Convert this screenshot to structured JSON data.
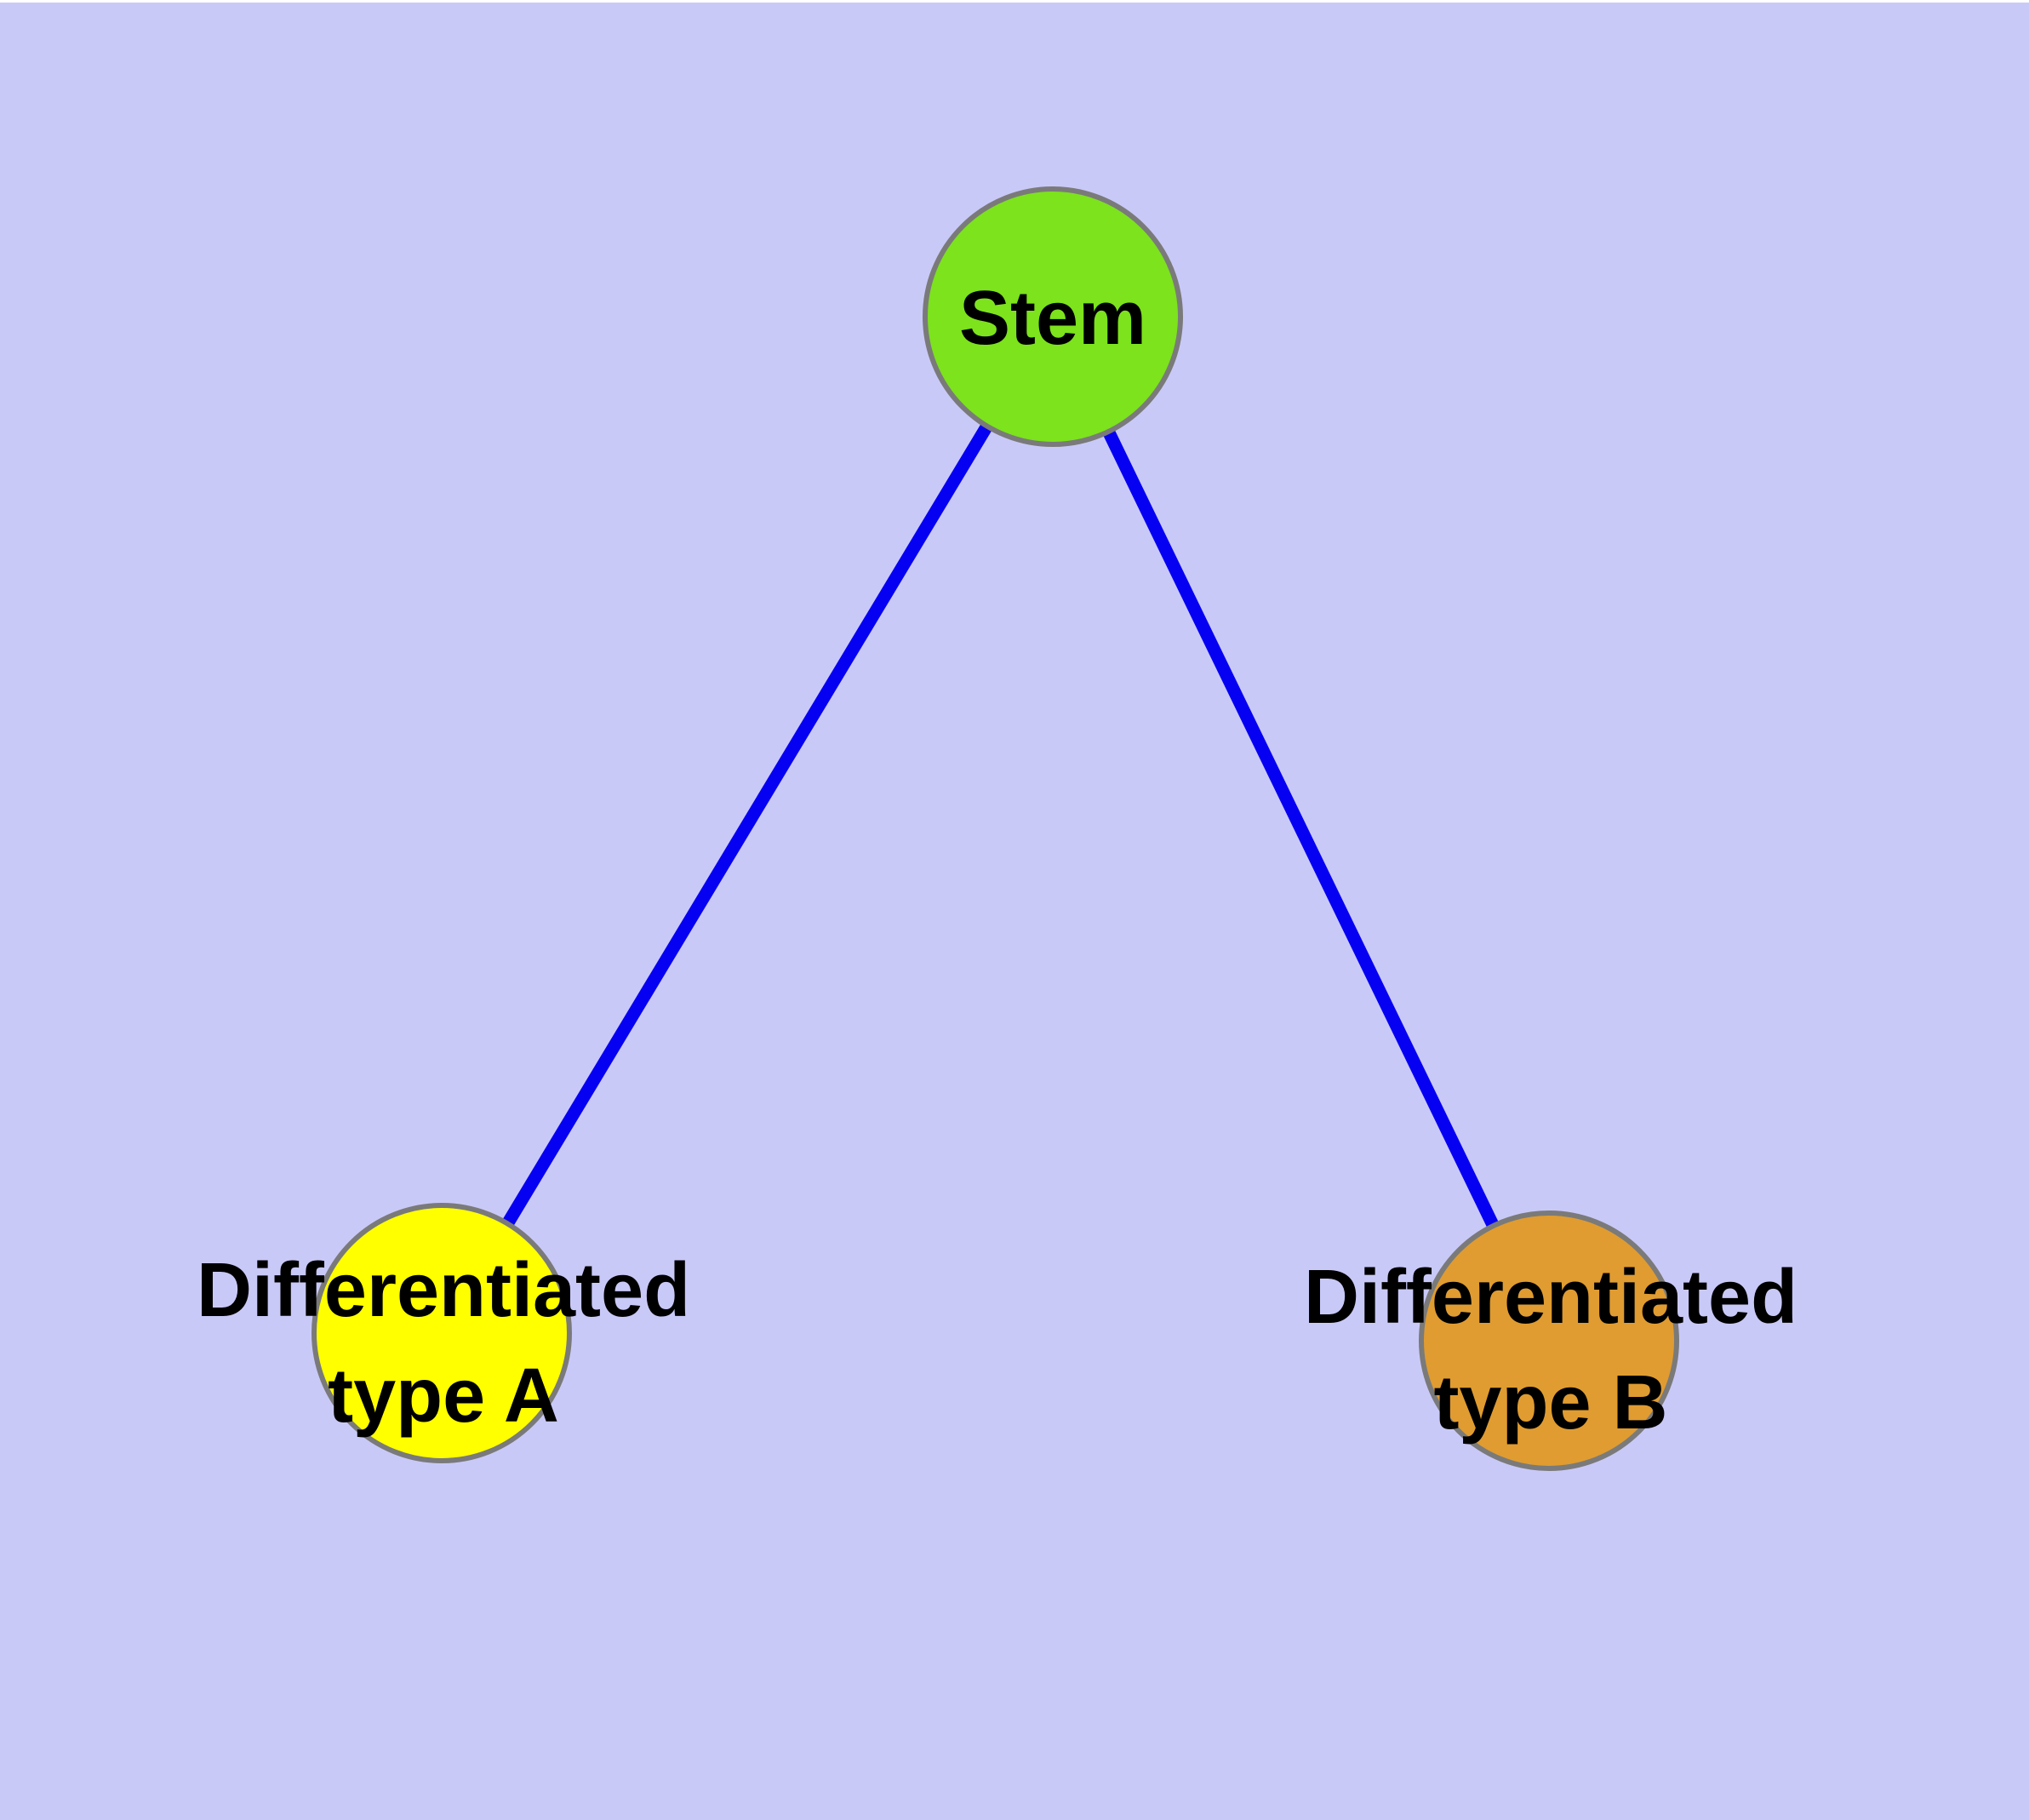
{
  "graph": {
    "background_color": "#C9C9F8",
    "edge_color": "#0600F2",
    "node_border_color": "#7A7A7A",
    "label_color": "#000000",
    "nodes": [
      {
        "id": "stem",
        "label": "Stem",
        "fill_color": "#7CE31C"
      },
      {
        "id": "differentiated-type-a",
        "label": "Differentiated\ntype A",
        "fill_color": "#FFFF00"
      },
      {
        "id": "differentiated-type-b",
        "label": "Differentiated\ntype B",
        "fill_color": "#E09C30"
      }
    ],
    "edges": [
      {
        "from": "Stem",
        "to": "Differentiated type A"
      },
      {
        "from": "Stem",
        "to": "Differentiated type B"
      }
    ]
  }
}
